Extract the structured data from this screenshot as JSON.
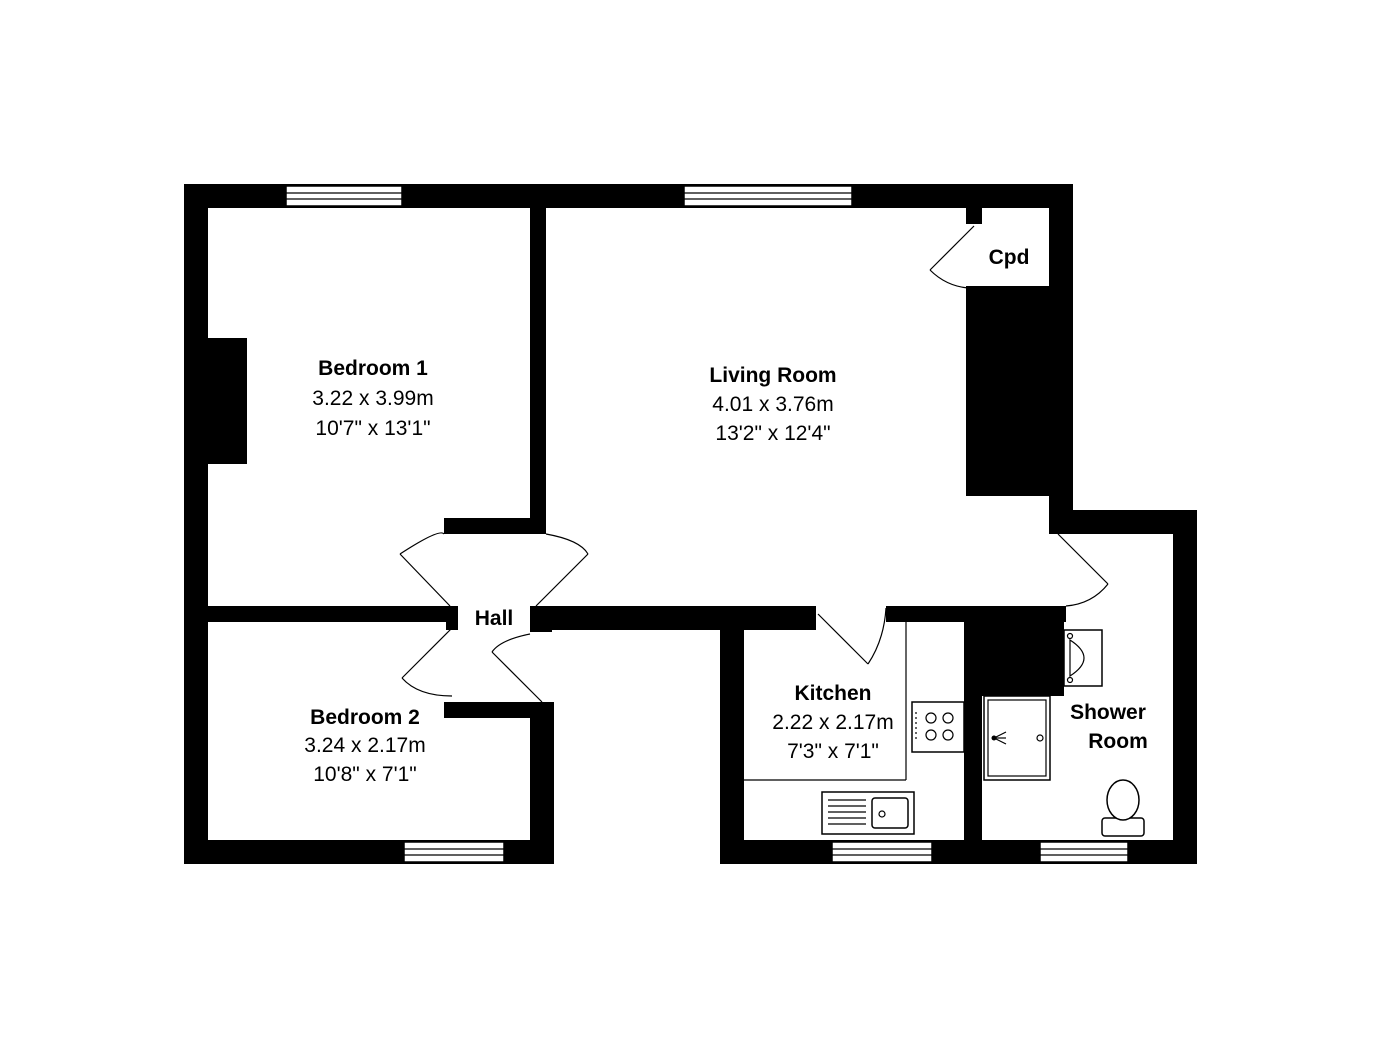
{
  "rooms": {
    "bedroom1": {
      "name": "Bedroom 1",
      "metric": "3.22 x 3.99m",
      "imperial": "10'7\" x 13'1\""
    },
    "living": {
      "name": "Living Room",
      "metric": "4.01 x 3.76m",
      "imperial": "13'2\" x 12'4\""
    },
    "cpd": {
      "name": "Cpd"
    },
    "hall": {
      "name": "Hall"
    },
    "bedroom2": {
      "name": "Bedroom 2",
      "metric": "3.24 x 2.17m",
      "imperial": "10'8\" x 7'1\""
    },
    "kitchen": {
      "name": "Kitchen",
      "metric": "2.22 x 2.17m",
      "imperial": "7'3\" x 7'1\""
    },
    "shower": {
      "name_line1": "Shower",
      "name_line2": "Room"
    }
  }
}
